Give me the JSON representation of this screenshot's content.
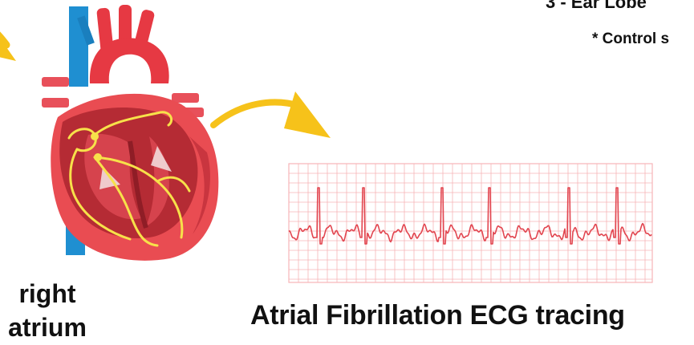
{
  "header_notes": {
    "line1": "3 - Ear Lobe",
    "line2": "* Control s"
  },
  "heart_label": {
    "line1": "right",
    "line2": "atrium"
  },
  "ecg": {
    "caption": "Atrial Fibrillation ECG tracing",
    "trace_color": "#e2454f",
    "grid_color": "#f6b5b7"
  },
  "colors": {
    "arrow": "#f6c21a",
    "heart_outer": "#e94c52",
    "heart_inner": "#b52b34",
    "vessel_blue": "#1f8fd1",
    "conduction": "#f7e14a"
  },
  "icons": {
    "heart": "heart-anatomy-illustration",
    "arrows": "curved-arrow"
  }
}
